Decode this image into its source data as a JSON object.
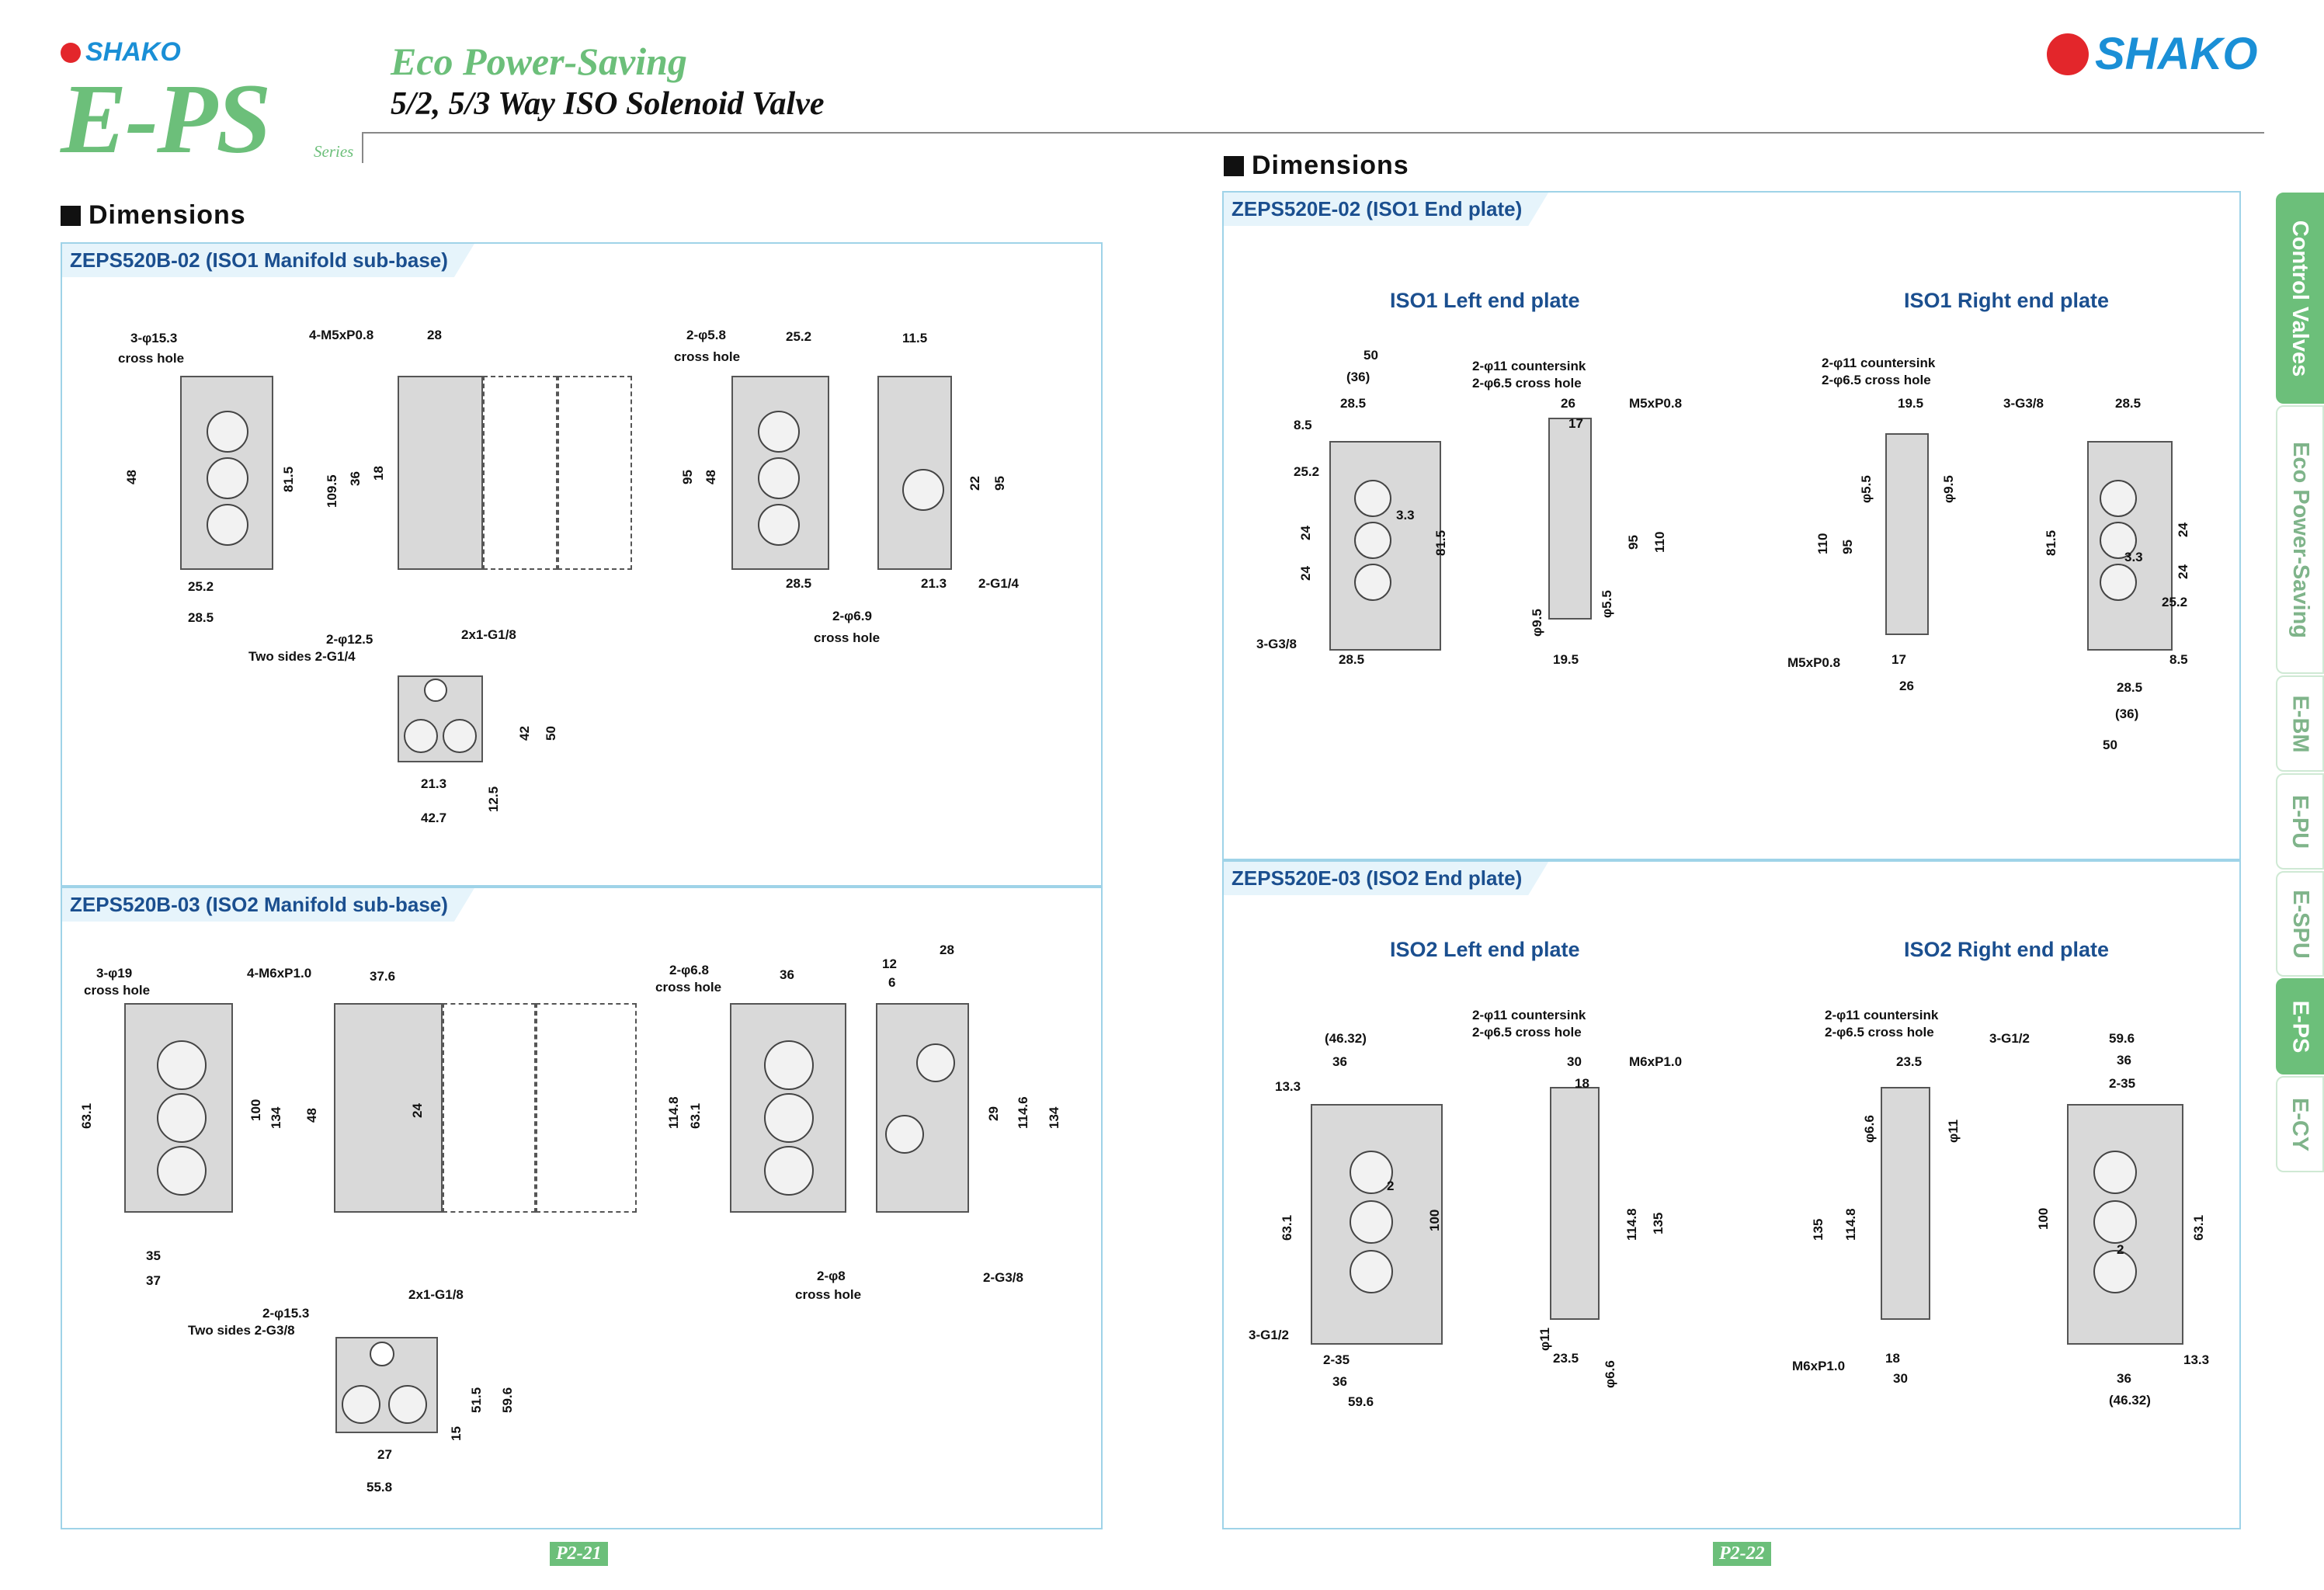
{
  "header": {
    "brand_left": "SHAKO",
    "brand_right": "SHAKO",
    "series_name": "E-PS",
    "series_label": "Series",
    "title_line1": "Eco Power-Saving",
    "title_line2": "5/2, 5/3 Way ISO Solenoid Valve"
  },
  "left_page": {
    "section_title": "Dimensions",
    "panel1": {
      "heading": "ZEPS520B-02 (ISO1 Manifold sub-base)",
      "dims": [
        "3-φ15.3",
        "cross hole",
        "48",
        "81.5",
        "25.2",
        "28.5",
        "4-M5xP0.8",
        "28",
        "109.5",
        "36",
        "18",
        "2-φ5.8",
        "cross hole",
        "25.2",
        "95",
        "48",
        "28.5",
        "11.5",
        "22",
        "95",
        "21.3",
        "2-G1/4",
        "2-φ6.9",
        "cross hole",
        "2-φ12.5",
        "Two sides 2-G1/4",
        "2x1-G1/8",
        "42",
        "50",
        "21.3",
        "12.5",
        "42.7"
      ]
    },
    "panel2": {
      "heading": "ZEPS520B-03 (ISO2 Manifold sub-base)",
      "dims": [
        "3-φ19",
        "cross hole",
        "63.1",
        "100",
        "134",
        "35",
        "37",
        "4-M6xP1.0",
        "37.6",
        "48",
        "24",
        "2-φ6.8",
        "cross hole",
        "36",
        "114.8",
        "63.1",
        "12",
        "6",
        "28",
        "29",
        "114.6",
        "134",
        "2-φ8",
        "cross hole",
        "2-G3/8",
        "2-φ15.3",
        "Two sides 2-G3/8",
        "2x1-G1/8",
        "51.5",
        "59.6",
        "15",
        "27",
        "55.8"
      ]
    },
    "page_number": "P2-21"
  },
  "right_page": {
    "section_title": "Dimensions",
    "panel1": {
      "heading": "ZEPS520E-02 (ISO1 End plate)",
      "left_title": "ISO1 Left end plate",
      "right_title": "ISO1 Right end plate",
      "dims_left": [
        "50",
        "(36)",
        "28.5",
        "8.5",
        "25.2",
        "24",
        "24",
        "3.3",
        "81.5",
        "3-G3/8",
        "28.5",
        "2-φ11 countersink",
        "2-φ6.5 cross hole",
        "26",
        "17",
        "M5xP0.8",
        "95",
        "110",
        "φ5.5",
        "φ9.5",
        "19.5"
      ],
      "dims_right": [
        "2-φ11 countersink",
        "2-φ6.5 cross hole",
        "19.5",
        "φ5.5",
        "φ9.5",
        "110",
        "95",
        "M5xP0.8",
        "17",
        "26",
        "3-G3/8",
        "28.5",
        "81.5",
        "24",
        "3.3",
        "24",
        "25.2",
        "8.5",
        "28.5",
        "(36)",
        "50"
      ]
    },
    "panel2": {
      "heading": "ZEPS520E-03 (ISO2 End plate)",
      "left_title": "ISO2 Left end plate",
      "right_title": "ISO2 Right end plate",
      "dims_left": [
        "(46.32)",
        "36",
        "13.3",
        "63.1",
        "2",
        "100",
        "3-G1/2",
        "2-35",
        "36",
        "59.6",
        "2-φ11 countersink",
        "2-φ6.5 cross hole",
        "30",
        "18",
        "M6xP1.0",
        "114.8",
        "135",
        "φ11",
        "φ6.6",
        "23.5"
      ],
      "dims_right": [
        "2-φ11 countersink",
        "2-φ6.5 cross hole",
        "23.5",
        "φ6.6",
        "φ11",
        "135",
        "114.8",
        "M6xP1.0",
        "18",
        "30",
        "3-G1/2",
        "59.6",
        "36",
        "2-35",
        "100",
        "63.1",
        "2",
        "13.3",
        "36",
        "(46.32)"
      ]
    },
    "page_number": "P2-22"
  },
  "side_tabs": [
    "Control Valves",
    "Eco Power-Saving",
    "E-BM",
    "E-PU",
    "E-SPU",
    "E-PS",
    "E-CY"
  ],
  "colors": {
    "accent_green": "#6cbf7a",
    "brand_blue": "#1a8fd6",
    "brand_red": "#e3262b",
    "panel_border": "#9fd3e8",
    "heading_blue": "#1b4f8f"
  }
}
